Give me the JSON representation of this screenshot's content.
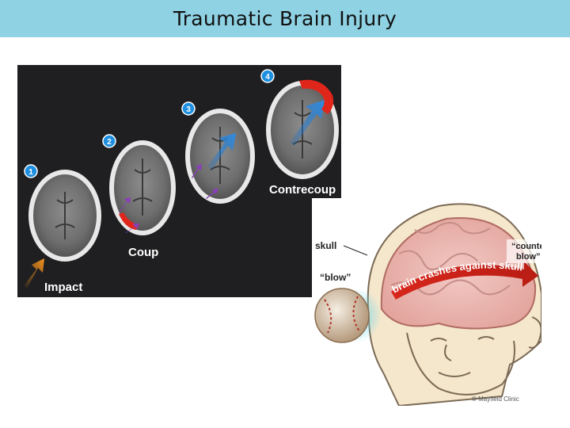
{
  "slide": {
    "title": "Traumatic Brain Injury"
  },
  "ct_figure": {
    "steps": [
      "1",
      "2",
      "3",
      "4"
    ],
    "labels": {
      "impact": "Impact",
      "coup": "Coup",
      "contrecoup": "Contrecoup"
    },
    "colors": {
      "background": "#1f1f21",
      "badge": "#1e8fe0",
      "impact_arrow": "#f7941d",
      "injury_red": "#e0261b",
      "blue_arrow": "#2f8de4",
      "purple_arrow": "#8a3fb8"
    }
  },
  "head_figure": {
    "labels": {
      "skull": "skull",
      "counter_blow_line1": "“counter",
      "counter_blow_line2": "blow”",
      "blow": "“blow”",
      "brain_crashes": "brain crashes against skull",
      "copyright": "© Mayfield Clinic"
    }
  }
}
